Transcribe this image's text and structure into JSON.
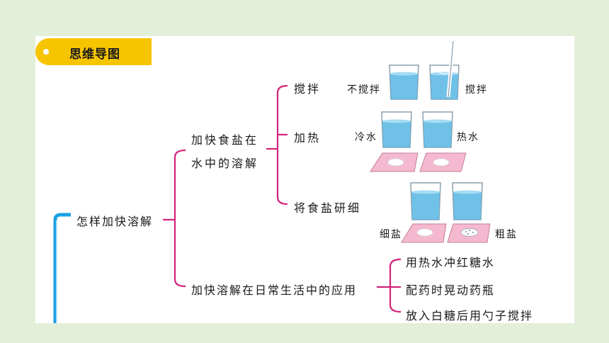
{
  "header": {
    "title": "思维导图"
  },
  "root": {
    "label": "怎样加快溶解"
  },
  "branch1": {
    "label_line1": "加快食盐在",
    "label_line2": "水中的溶解",
    "items": [
      {
        "label": "搅拌",
        "left_label": "不搅拌",
        "right_label": "搅拌"
      },
      {
        "label": "加热",
        "left_label": "冷水",
        "right_label": "热水"
      },
      {
        "label": "将食盐研细",
        "left_label": "细盐",
        "right_label": "粗盐"
      }
    ]
  },
  "branch2": {
    "label": "加快溶解在日常生活中的应用",
    "items": [
      {
        "label": "用热水冲红糖水"
      },
      {
        "label": "配药时晃动药瓶"
      },
      {
        "label": "放入白糖后用勺子搅拌"
      }
    ]
  },
  "colors": {
    "background": "#e3efd9",
    "tag": "#f7c400",
    "root_branch": "#1aa1e6",
    "sub_branch": "#d2237a",
    "water": "#57b6e4",
    "plate": "#f5b9cf"
  }
}
